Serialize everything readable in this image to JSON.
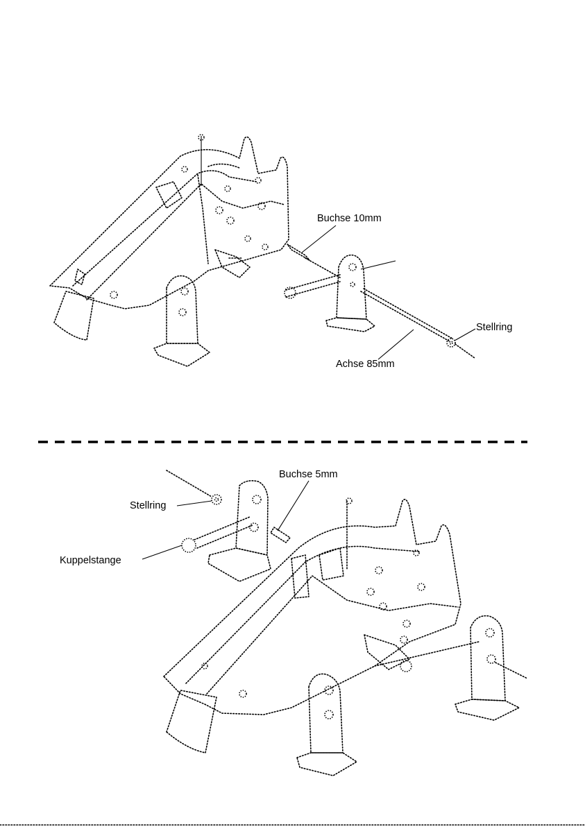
{
  "top_assembly": {
    "labels": {
      "bushing": "Buchse 10mm",
      "collar": "Stellring",
      "axle": "Achse 85mm"
    }
  },
  "bottom_assembly": {
    "labels": {
      "bushing": "Buchse 5mm",
      "collar": "Stellring",
      "coupling_rod": "Kuppelstange"
    }
  }
}
